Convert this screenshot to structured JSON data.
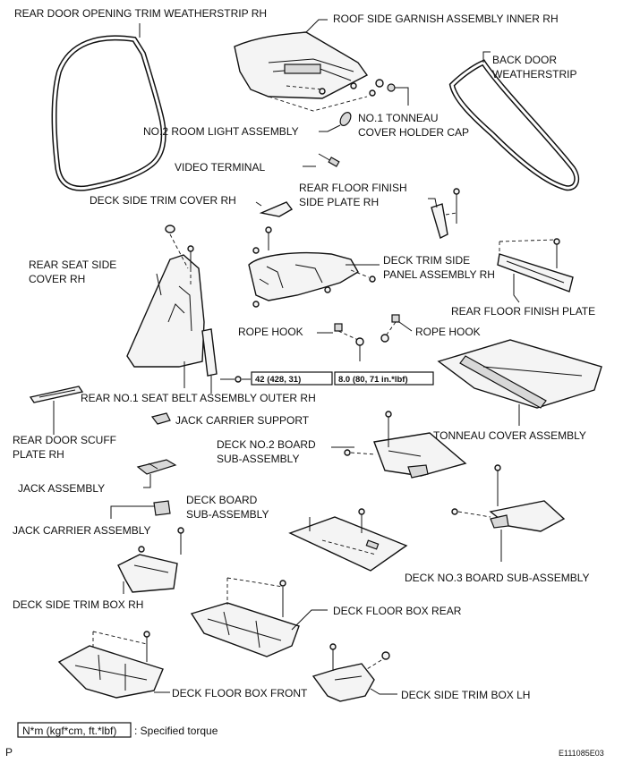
{
  "labels": {
    "rear_door_opening_trim_weatherstrip_rh": "REAR DOOR OPENING TRIM WEATHERSTRIP RH",
    "roof_side_garnish_assembly_inner_rh": "ROOF SIDE GARNISH ASSEMBLY INNER RH",
    "back_door_weatherstrip_line1": "BACK DOOR",
    "back_door_weatherstrip_line2": "WEATHERSTRIP",
    "no2_room_light_assembly": "NO.2 ROOM LIGHT ASSEMBLY",
    "no1_tonneau_cover_holder_cap_line1": "NO.1 TONNEAU",
    "no1_tonneau_cover_holder_cap_line2": "COVER HOLDER CAP",
    "video_terminal": "VIDEO TERMINAL",
    "deck_side_trim_cover_rh": "DECK SIDE TRIM COVER RH",
    "rear_floor_finish_side_plate_rh_line1": "REAR FLOOR FINISH",
    "rear_floor_finish_side_plate_rh_line2": "SIDE PLATE RH",
    "rear_seat_side_cover_rh_line1": "REAR SEAT SIDE",
    "rear_seat_side_cover_rh_line2": "COVER RH",
    "deck_trim_side_panel_assembly_rh_line1": "DECK TRIM SIDE",
    "deck_trim_side_panel_assembly_rh_line2": "PANEL ASSEMBLY RH",
    "rear_floor_finish_plate": "REAR FLOOR FINISH PLATE",
    "rope_hook_left": "ROPE HOOK",
    "rope_hook_right": "ROPE HOOK",
    "rear_no1_seat_belt_assembly_outer_rh": "REAR NO.1 SEAT BELT ASSEMBLY OUTER RH",
    "jack_carrier_support": "JACK CARRIER SUPPORT",
    "tonneau_cover_assembly": "TONNEAU COVER ASSEMBLY",
    "rear_door_scuff_plate_rh_line1": "REAR DOOR SCUFF",
    "rear_door_scuff_plate_rh_line2": "PLATE RH",
    "deck_no2_board_sub_assembly_line1": "DECK NO.2 BOARD",
    "deck_no2_board_sub_assembly_line2": "SUB-ASSEMBLY",
    "jack_assembly": "JACK ASSEMBLY",
    "deck_board_sub_assembly_line1": "DECK BOARD",
    "deck_board_sub_assembly_line2": "SUB-ASSEMBLY",
    "jack_carrier_assembly": "JACK CARRIER ASSEMBLY",
    "deck_no3_board_sub_assembly": "DECK NO.3 BOARD SUB-ASSEMBLY",
    "deck_side_trim_box_rh": "DECK SIDE TRIM BOX RH",
    "deck_floor_box_rear": "DECK FLOOR BOX REAR",
    "deck_floor_box_front": "DECK FLOOR BOX FRONT",
    "deck_side_trim_box_lh": "DECK SIDE TRIM BOX LH"
  },
  "torque": {
    "seat_belt": "42 (428, 31)",
    "rope_hook": "8.0 (80, 71 in.*lbf)"
  },
  "legend": {
    "unit_box": "N*m (kgf*cm, ft.*lbf)",
    "description": ": Specified torque"
  },
  "footer": {
    "corner_mark": "P",
    "figure_code": "E111085E03"
  },
  "colors": {
    "ink": "#111111",
    "background": "#ffffff"
  }
}
